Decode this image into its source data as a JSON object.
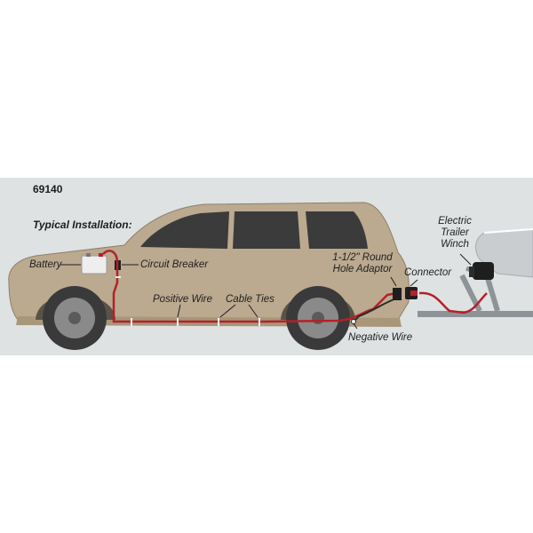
{
  "part_number": "69140",
  "title": "Typical Installation:",
  "labels": {
    "battery": "Battery",
    "circuit_breaker": "Circuit Breaker",
    "positive_wire": "Positive Wire",
    "cable_ties": "Cable Ties",
    "hole_adaptor_line1": "1-1/2\" Round",
    "hole_adaptor_line2": "Hole Adaptor",
    "connector": "Connector",
    "negative_wire": "Negative Wire",
    "winch_line1": "Electric",
    "winch_line2": "Trailer",
    "winch_line3": "Winch"
  },
  "colors": {
    "background": "#dfe2e3",
    "vehicle_body": "#bba990",
    "window": "#3b3b3b",
    "tire": "#3a3a3a",
    "positive_wire": "#b5202a",
    "boat": "#c9cdd0",
    "trailer": "#8d9397"
  }
}
